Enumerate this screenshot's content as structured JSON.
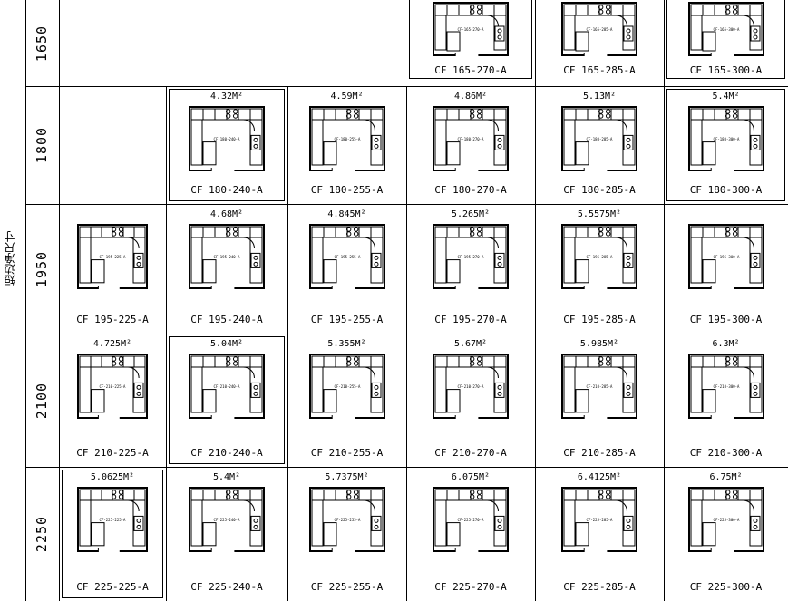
{
  "axis_title": "短边净尺寸",
  "rows": [
    {
      "label": "1650",
      "cells": [
        null,
        null,
        null,
        {
          "code": "CF 165-270-A",
          "area": "",
          "hl": true,
          "tag": "CF-165-270-A"
        },
        {
          "code": "CF 165-285-A",
          "area": "",
          "hl": false,
          "tag": "CF-165-285-A"
        },
        {
          "code": "CF 165-300-A",
          "area": "",
          "hl": true,
          "tag": "CF-165-300-A"
        }
      ]
    },
    {
      "label": "1800",
      "cells": [
        null,
        {
          "code": "CF 180-240-A",
          "area": "4.32M²",
          "hl": true,
          "tag": "CF-180-240-A"
        },
        {
          "code": "CF 180-255-A",
          "area": "4.59M²",
          "hl": false,
          "tag": "CF-180-255-A"
        },
        {
          "code": "CF 180-270-A",
          "area": "4.86M²",
          "hl": false,
          "tag": "CF-180-270-A"
        },
        {
          "code": "CF 180-285-A",
          "area": "5.13M²",
          "hl": false,
          "tag": "CF-180-285-A"
        },
        {
          "code": "CF 180-300-A",
          "area": "5.4M²",
          "hl": true,
          "tag": "CF-180-300-A"
        }
      ]
    },
    {
      "label": "1950",
      "cells": [
        {
          "code": "CF 195-225-A",
          "area": "",
          "hl": false,
          "tag": "CF-195-225-A"
        },
        {
          "code": "CF 195-240-A",
          "area": "4.68M²",
          "hl": false,
          "tag": "CF-195-240-A"
        },
        {
          "code": "CF 195-255-A",
          "area": "4.845M²",
          "hl": false,
          "tag": "CF-195-255-A"
        },
        {
          "code": "CF 195-270-A",
          "area": "5.265M²",
          "hl": false,
          "tag": "CF-195-270-A"
        },
        {
          "code": "CF 195-285-A",
          "area": "5.5575M²",
          "hl": false,
          "tag": "CF-195-285-A"
        },
        {
          "code": "CF 195-300-A",
          "area": "",
          "hl": false,
          "tag": "CF-195-300-A"
        }
      ]
    },
    {
      "label": "2100",
      "cells": [
        {
          "code": "CF 210-225-A",
          "area": "4.725M²",
          "hl": false,
          "tag": "CF-210-225-A"
        },
        {
          "code": "CF 210-240-A",
          "area": "5.04M²",
          "hl": true,
          "tag": "CF-210-240-A"
        },
        {
          "code": "CF 210-255-A",
          "area": "5.355M²",
          "hl": false,
          "tag": "CF-210-255-A"
        },
        {
          "code": "CF 210-270-A",
          "area": "5.67M²",
          "hl": false,
          "tag": "CF-210-270-A"
        },
        {
          "code": "CF 210-285-A",
          "area": "5.985M²",
          "hl": false,
          "tag": "CF-210-285-A"
        },
        {
          "code": "CF 210-300-A",
          "area": "6.3M²",
          "hl": false,
          "tag": "CF-210-300-A"
        }
      ]
    },
    {
      "label": "2250",
      "cells": [
        {
          "code": "CF 225-225-A",
          "area": "5.0625M²",
          "hl": true,
          "tag": "CF-225-225-A"
        },
        {
          "code": "CF 225-240-A",
          "area": "5.4M²",
          "hl": false,
          "tag": "CF-225-240-A"
        },
        {
          "code": "CF 225-255-A",
          "area": "5.7375M²",
          "hl": false,
          "tag": "CF-225-255-A"
        },
        {
          "code": "CF 225-270-A",
          "area": "6.075M²",
          "hl": false,
          "tag": "CF-225-270-A"
        },
        {
          "code": "CF 225-285-A",
          "area": "6.4125M²",
          "hl": false,
          "tag": "CF-225-285-A"
        },
        {
          "code": "CF 225-300-A",
          "area": "6.75M²",
          "hl": false,
          "tag": "CF-225-300-A"
        }
      ]
    }
  ]
}
